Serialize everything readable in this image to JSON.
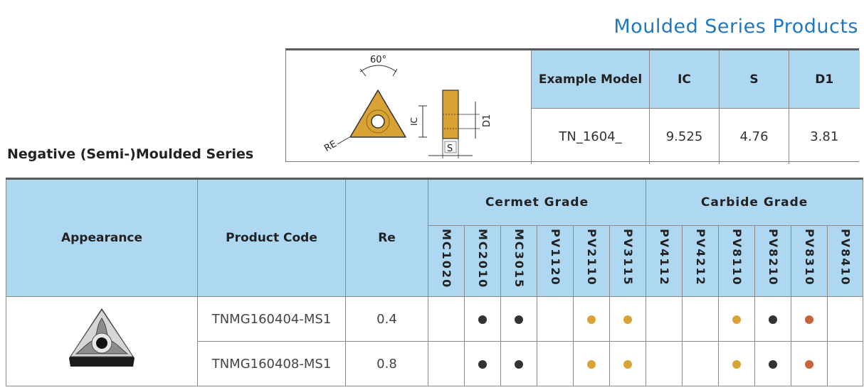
{
  "page_heading": "Moulded Series Products",
  "series_title": "Negative (Semi-)Moulded Series",
  "diagram": {
    "angle_label": "60°",
    "re_label": "RE",
    "ic_label": "IC",
    "d1_label": "D1",
    "s_label": "S"
  },
  "example": {
    "headers": [
      "Example Model",
      "IC",
      "S",
      "D1"
    ],
    "values": [
      "TN_1604_",
      "9.525",
      "4.76",
      "3.81"
    ]
  },
  "main": {
    "headers": {
      "appearance": "Appearance",
      "product_code": "Product Code",
      "re": "Re",
      "cermet_group": "Cermet Grade",
      "carbide_group": "Carbide Grade"
    },
    "cermet_grades": [
      "MC1020",
      "MC2010",
      "MC3015",
      "PV1120",
      "PV2110",
      "PV3115"
    ],
    "carbide_grades": [
      "PV4112",
      "PV4212",
      "PV8110",
      "PV8210",
      "PV8310",
      "PV8410"
    ],
    "rows": [
      {
        "code": "TNMG160404-MS1",
        "re": "0.4",
        "marks": [
          "",
          "black",
          "black",
          "",
          "gold",
          "gold",
          "",
          "",
          "gold",
          "black",
          "copper",
          ""
        ]
      },
      {
        "code": "TNMG160408-MS1",
        "re": "0.8",
        "marks": [
          "",
          "black",
          "black",
          "",
          "gold",
          "gold",
          "",
          "",
          "gold",
          "black",
          "copper",
          ""
        ]
      }
    ]
  },
  "colors": {
    "heading_blue": "#1f78bf",
    "header_bg": "#aed8f2",
    "black": "#333333",
    "gold": "#d8a234",
    "copper": "#c6643a"
  }
}
